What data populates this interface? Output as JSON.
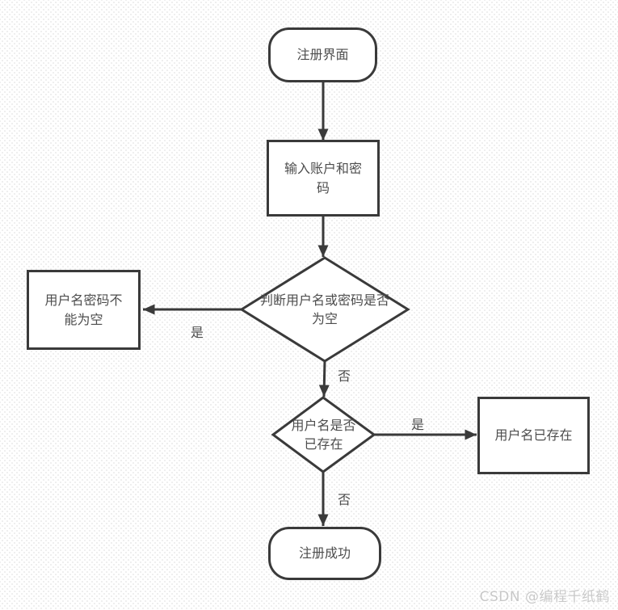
{
  "flowchart": {
    "nodes": {
      "start": {
        "label": "注册界面"
      },
      "input": {
        "label": "输入账户和密码"
      },
      "check_empty": {
        "label": "判断用户名或密码是否为空"
      },
      "empty_error": {
        "label": "用户名密码不能为空"
      },
      "check_exists": {
        "label": "用户名是否已存在"
      },
      "exists_error": {
        "label": "用户名已存在"
      },
      "success": {
        "label": "注册成功"
      }
    },
    "edge_labels": {
      "empty_yes": "是",
      "empty_no": "否",
      "exists_yes": "是",
      "exists_no": "否"
    },
    "colors": {
      "stroke": "#3a3a3a",
      "text": "#4d4d4d",
      "fill": "#ffffff"
    }
  },
  "watermark": {
    "text": "CSDN @编程千纸鹤",
    "color": "#c8c8c8"
  }
}
